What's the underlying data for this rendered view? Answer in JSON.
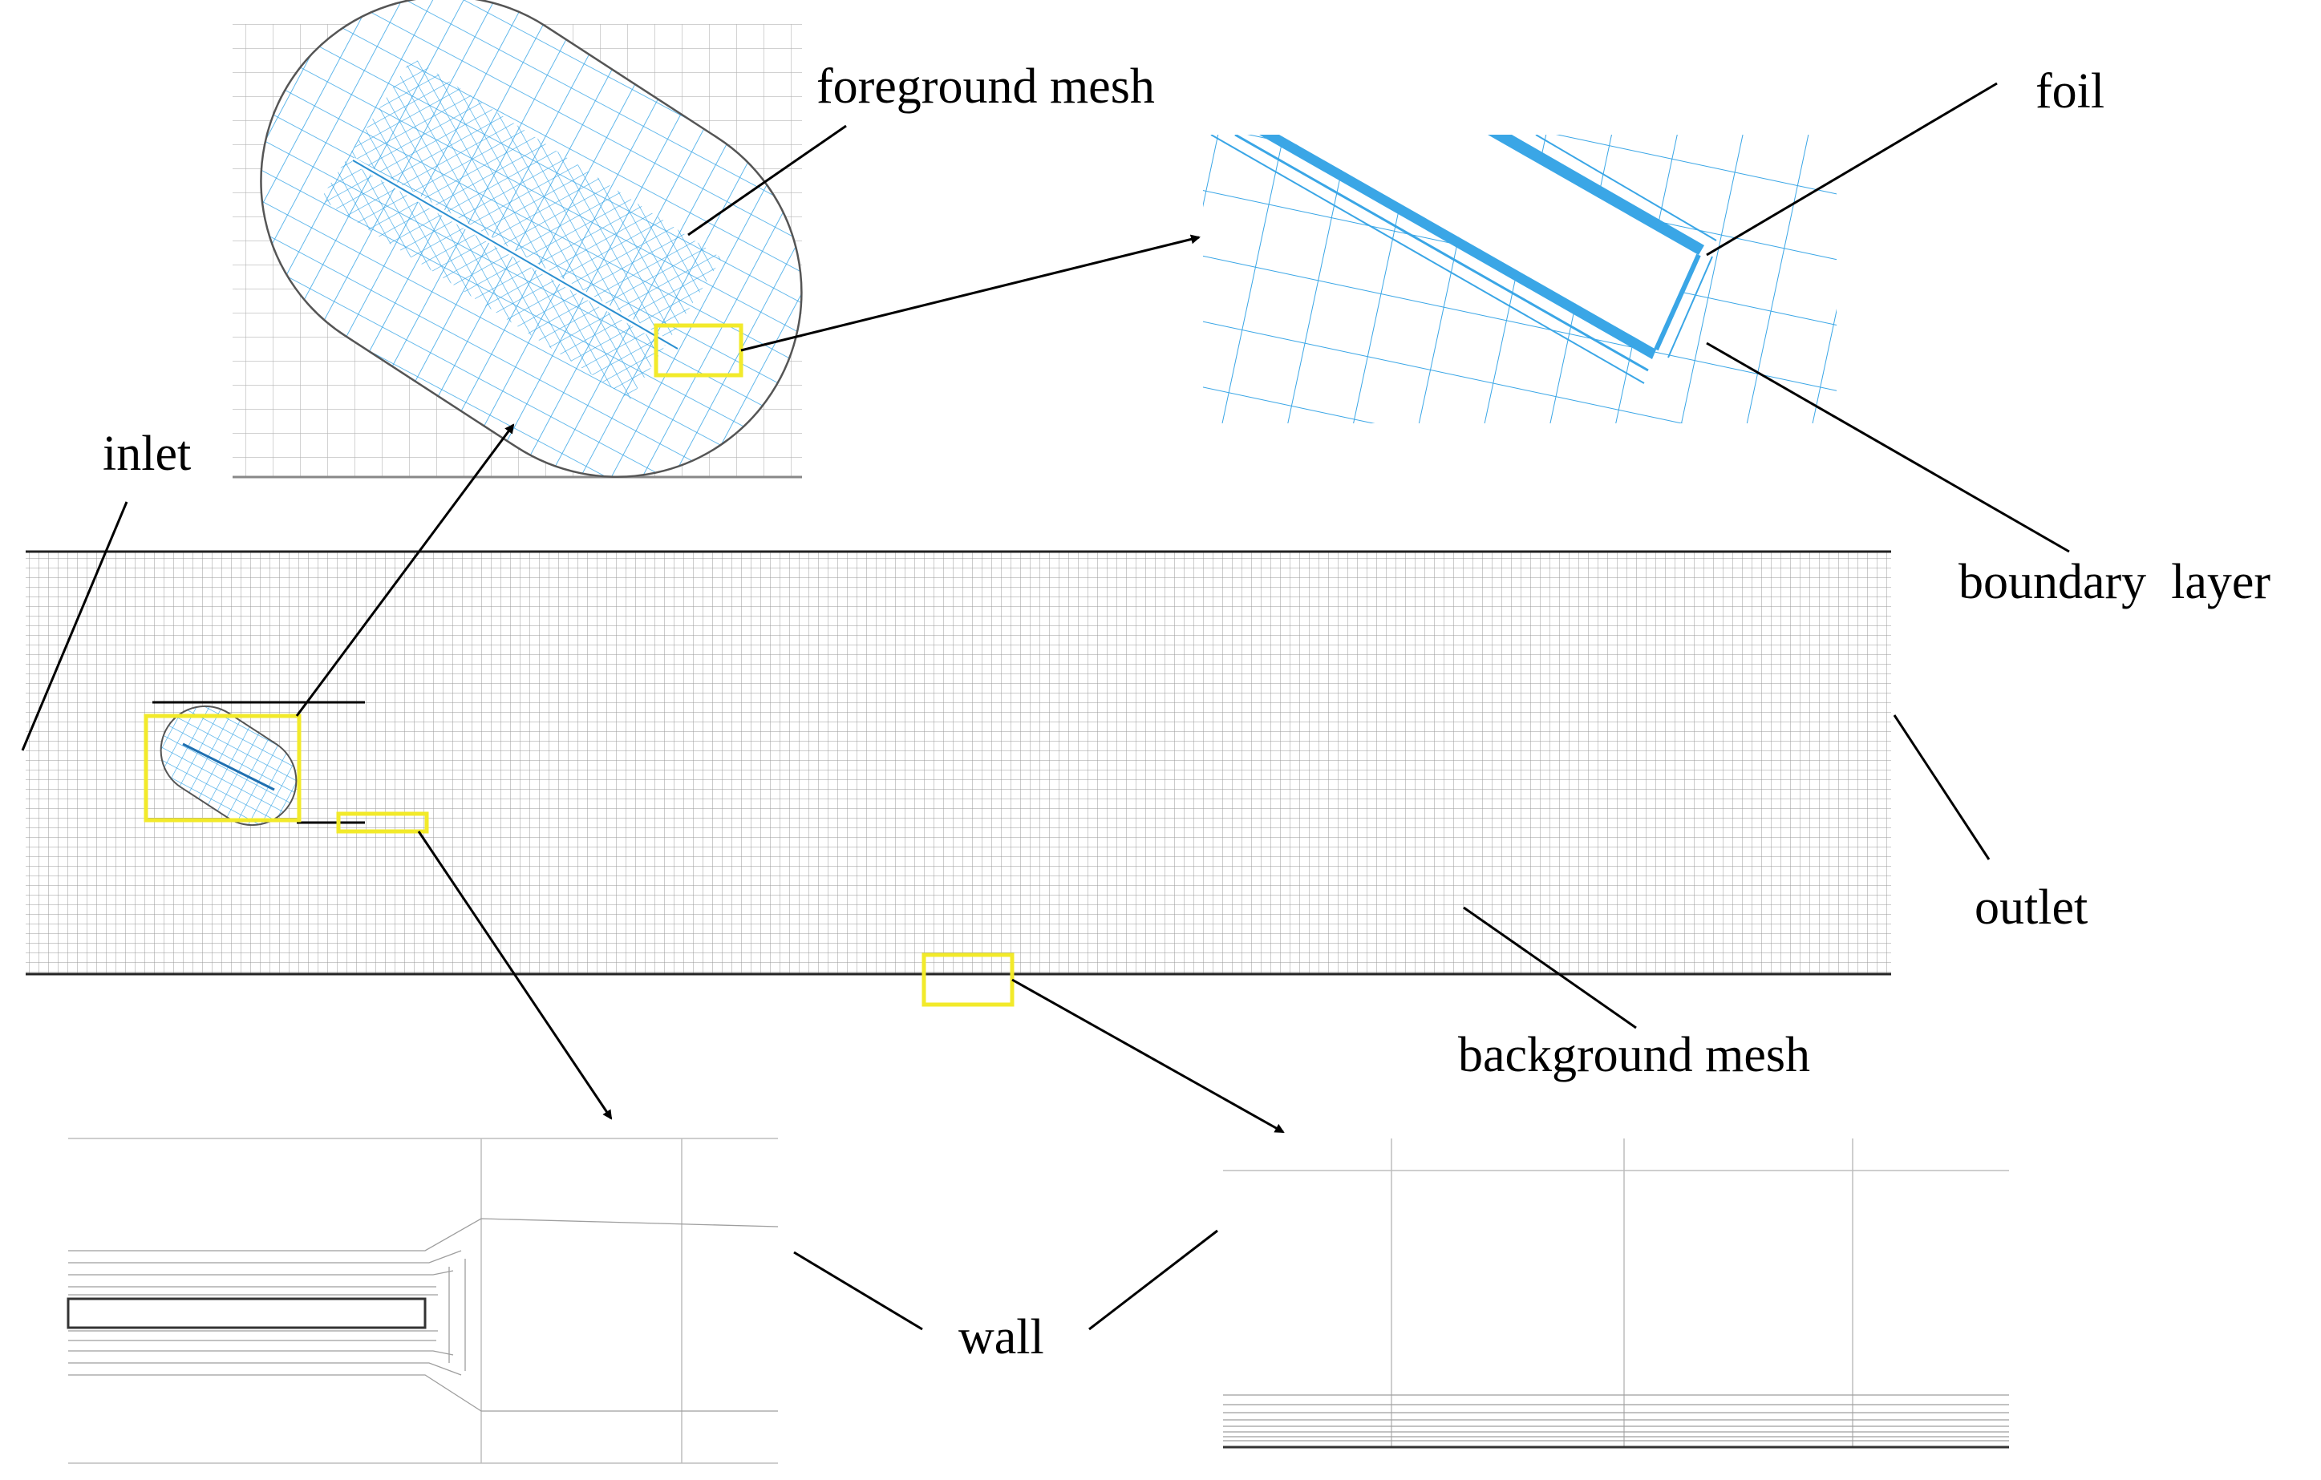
{
  "labels": {
    "foreground_mesh": "foreground mesh",
    "foil": "foil",
    "inlet": "inlet",
    "boundary_layer": "boundary  layer",
    "outlet": "outlet",
    "background_mesh": "background mesh",
    "wall": "wall"
  },
  "colors": {
    "foreground_mesh": "#3aa6e6",
    "background_mesh": "#9a9a9a",
    "highlight_box": "#f2ea2a",
    "boundary": "#222222"
  },
  "icons": [
    "arrow-icon"
  ]
}
